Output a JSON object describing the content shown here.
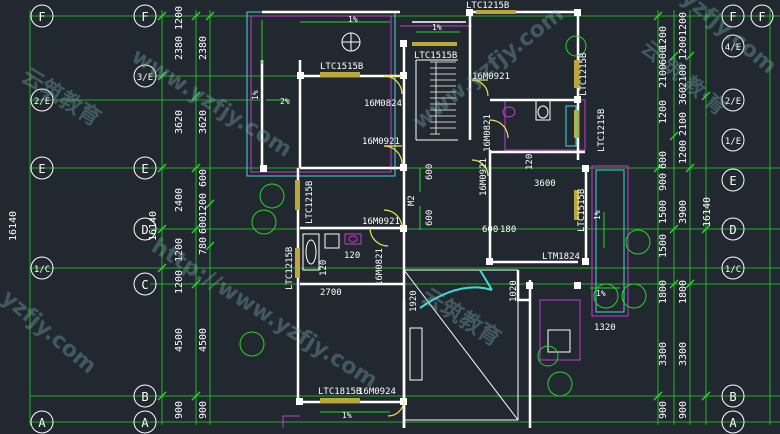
{
  "axis_labels": {
    "F_left": "F",
    "F_left2": "F",
    "3_E": "3/E",
    "2_E": "2/E",
    "E_left": "E",
    "E_left2": "E",
    "D_left": "D",
    "1_C_left": "1/C",
    "C_left": "C",
    "B_left": "B",
    "A_left": "A",
    "A_left2": "A",
    "F_right": "F",
    "F_right2": "F",
    "4_E": "4/E",
    "2_E_right": "2/E",
    "1_E": "1/E",
    "E_right": "E",
    "D_right": "D",
    "1_C_right": "1/C",
    "B_right": "B",
    "A_right": "A"
  },
  "dims_left": {
    "total": "16140",
    "total2": "16140",
    "d1": "1200",
    "d2": "2380",
    "d3": "2380",
    "d4": "3620",
    "d5": "3620",
    "d6": "2400",
    "d7": "600",
    "d8": "1200",
    "d9": "600",
    "d10": "780",
    "d11": "1200",
    "d12": "1200",
    "d13": "4500",
    "d14": "4500",
    "d15": "900",
    "d16": "900"
  },
  "dims_right": {
    "total": "16140",
    "r1": "1200",
    "r2": "1200",
    "r3": "2100",
    "r4": "2100",
    "r5": "360",
    "r6": "600",
    "r7": "2100",
    "r8": "900",
    "r9": "1500",
    "r10": "3900",
    "r11": "1500",
    "r12": "1800",
    "r13": "1800",
    "r14": "3300",
    "r15": "3300",
    "r16": "900",
    "r17": "900",
    "r18": "600",
    "r19": "1200",
    "r20": "1200",
    "r21": "1200"
  },
  "windows": {
    "w1": "LTC1215B",
    "w2": "LTC1515B",
    "w3": "LTC1515B",
    "w4": "LTC1215B",
    "w5": "LTC1215B",
    "w6": "LTC1515B",
    "w7": "LTC1215B",
    "w8": "LTC1215B",
    "w9": "LTC1815B",
    "w10": "LTM1824"
  },
  "doors": {
    "d1": "16M0921",
    "d2": "16M0824",
    "d3": "16M0921",
    "d4": "16M0821",
    "d5": "16M0921",
    "d6": "16M0921",
    "d7": "16M0821",
    "d8": "16M0924",
    "m2": "M2"
  },
  "inner_dims": {
    "i1": "3600",
    "i2": "2700",
    "i3": "1320",
    "i4": "600",
    "i5": "600",
    "i6": "120",
    "i7": "120",
    "i8": "600",
    "i9": "180",
    "i10": "1920",
    "i11": "1020",
    "i12": "120"
  },
  "slopes": {
    "s1": "1%",
    "s2": "1%",
    "s3": "2%",
    "s4": "1%",
    "s5": "1%",
    "s6": "1%",
    "s7": "1%"
  },
  "watermark": {
    "a": "www.yzfjy.com",
    "b": "http://www.yzfjy.com",
    "c": "云·筑·教·育",
    "d": "云筑教育",
    "e": "yzfjy.com"
  },
  "colors": {
    "bg": "#212830",
    "grid": "#27d627",
    "wall": "#ffffff",
    "magenta": "#c43cd0",
    "cyan": "#42d8d8",
    "yellow": "#f0e54a",
    "window": "#bca83a"
  }
}
